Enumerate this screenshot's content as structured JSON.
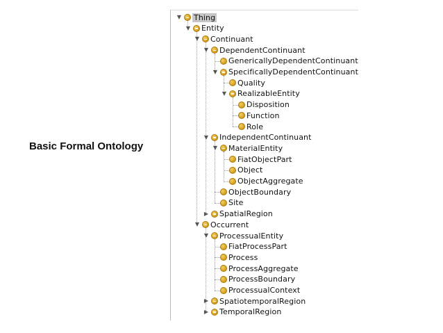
{
  "caption": "Basic Formal Ontology",
  "tree": [
    {
      "label": "Thing",
      "depth": 0,
      "expanded": true,
      "selected": true
    },
    {
      "label": "Entity",
      "depth": 1,
      "expanded": true
    },
    {
      "label": "Continuant",
      "depth": 2,
      "expanded": true
    },
    {
      "label": "DependentContinuant",
      "depth": 3,
      "expanded": true
    },
    {
      "label": "GenericallyDependentContinuant",
      "depth": 4,
      "leaf": true
    },
    {
      "label": "SpecificallyDependentContinuant",
      "depth": 4,
      "expanded": true
    },
    {
      "label": "Quality",
      "depth": 5,
      "leaf": true
    },
    {
      "label": "RealizableEntity",
      "depth": 5,
      "expanded": true
    },
    {
      "label": "Disposition",
      "depth": 6,
      "leaf": true
    },
    {
      "label": "Function",
      "depth": 6,
      "leaf": true
    },
    {
      "label": "Role",
      "depth": 6,
      "leaf": true
    },
    {
      "label": "IndependentContinuant",
      "depth": 3,
      "expanded": true
    },
    {
      "label": "MaterialEntity",
      "depth": 4,
      "expanded": true
    },
    {
      "label": "FiatObjectPart",
      "depth": 5,
      "leaf": true
    },
    {
      "label": "Object",
      "depth": 5,
      "leaf": true
    },
    {
      "label": "ObjectAggregate",
      "depth": 5,
      "leaf": true
    },
    {
      "label": "ObjectBoundary",
      "depth": 4,
      "leaf": true
    },
    {
      "label": "Site",
      "depth": 4,
      "leaf": true
    },
    {
      "label": "SpatialRegion",
      "depth": 3,
      "expanded": false
    },
    {
      "label": "Occurrent",
      "depth": 2,
      "expanded": true
    },
    {
      "label": "ProcessualEntity",
      "depth": 3,
      "expanded": true
    },
    {
      "label": "FiatProcessPart",
      "depth": 4,
      "leaf": true
    },
    {
      "label": "Process",
      "depth": 4,
      "leaf": true
    },
    {
      "label": "ProcessAggregate",
      "depth": 4,
      "leaf": true
    },
    {
      "label": "ProcessBoundary",
      "depth": 4,
      "leaf": true
    },
    {
      "label": "ProcessualContext",
      "depth": 4,
      "leaf": true
    },
    {
      "label": "SpatiotemporalRegion",
      "depth": 3,
      "expanded": false
    },
    {
      "label": "TemporalRegion",
      "depth": 3,
      "expanded": false
    }
  ]
}
